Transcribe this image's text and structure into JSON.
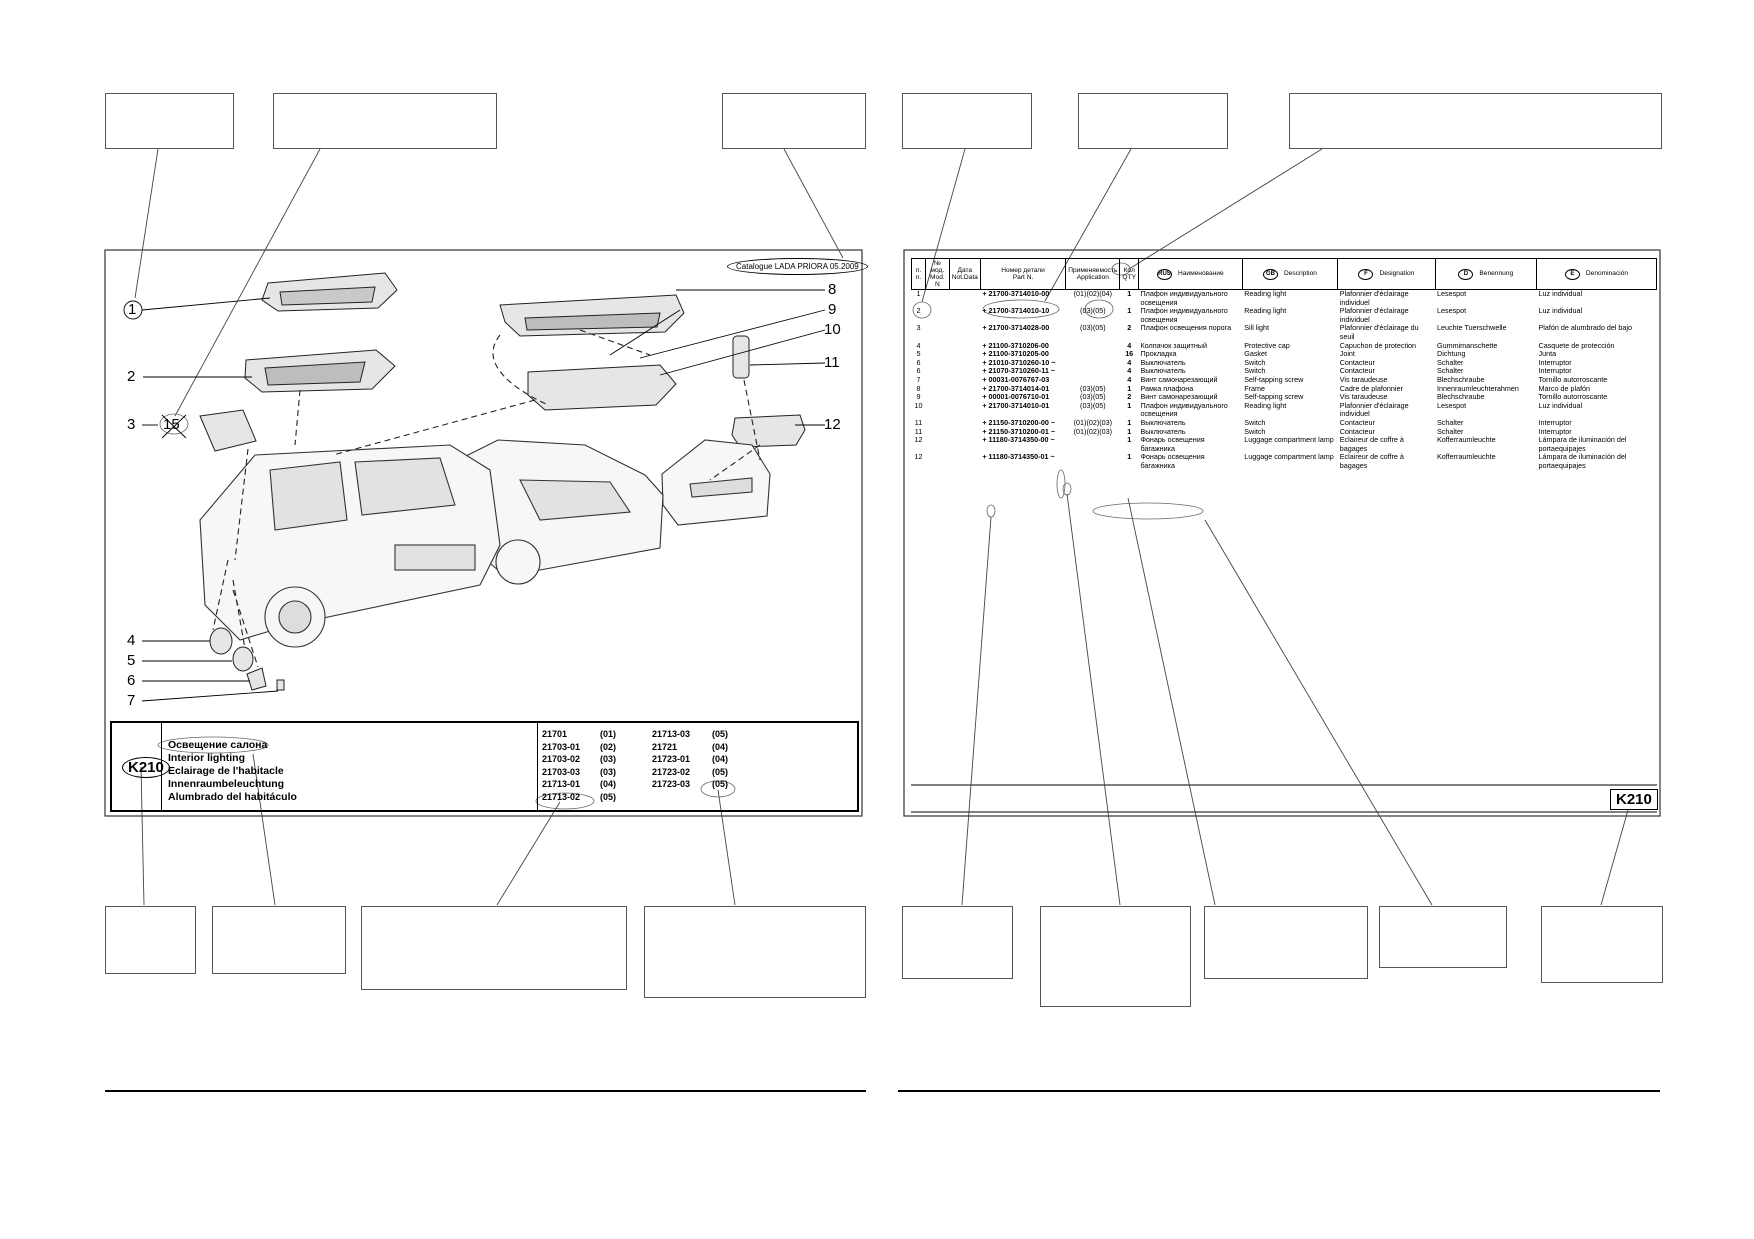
{
  "left_page": {
    "catalogue_badge": "Catalogue LADA PRIORA  05.2009",
    "callout_numbers": [
      "1",
      "2",
      "3",
      "15",
      "4",
      "5",
      "6",
      "7",
      "8",
      "9",
      "10",
      "11",
      "12"
    ],
    "section_code": "K210",
    "titles": [
      "Освещение салона",
      "Interior lighting",
      "Eclairage de l'habitacle",
      "Innenraumbeleuchtung",
      "Alumbrado del habitáculo"
    ],
    "applications": [
      {
        "model": "21701",
        "code": "(01)"
      },
      {
        "model": "21703-01",
        "code": "(02)"
      },
      {
        "model": "21703-02",
        "code": "(03)"
      },
      {
        "model": "21703-03",
        "code": "(03)"
      },
      {
        "model": "21713-01",
        "code": "(04)"
      },
      {
        "model": "21713-02",
        "code": "(05)"
      },
      {
        "model": "21713-03",
        "code": "(05)"
      },
      {
        "model": "21721",
        "code": "(04)"
      },
      {
        "model": "21723-01",
        "code": "(04)"
      },
      {
        "model": "21723-02",
        "code": "(05)"
      },
      {
        "model": "21723-03",
        "code": "(05)"
      }
    ]
  },
  "right_page": {
    "headers": {
      "pos_ru": "п.",
      "pos_en": "n.",
      "mod_ru": "№ мод.",
      "mod_en": "Mod. N",
      "date_ru": "Дата",
      "date_en": "Not.Data",
      "part_ru": "Номер детали",
      "part_en": "Part N.",
      "app_ru": "Применяемость",
      "app_en": "Application",
      "qty_ru": "Кол",
      "qty_en": "QTY",
      "name_ru": "Наименование",
      "desc": "Description",
      "designation": "Designation",
      "benennung": "Benennung",
      "denominacion": "Denominación",
      "lang_rus": "RUS",
      "lang_gb": "GB",
      "lang_f": "F",
      "lang_d": "D",
      "lang_e": "E"
    },
    "rows": [
      {
        "pos": "1",
        "part": "+ 21700-3714010-00",
        "app": "(01)(02)(04)",
        "qty": "1",
        "ru": "Плафон индивидуального освещения",
        "en": "Reading light",
        "fr": "Plafonnier d'éclairage individuel",
        "de": "Lesespot",
        "es": "Luz individual"
      },
      {
        "pos": "2",
        "part": "+ 21700-3714010-10",
        "app": "(03)(05)",
        "qty": "1",
        "ru": "Плафон индивидуального освещения",
        "en": "Reading light",
        "fr": "Plafonnier d'éclairage individuel",
        "de": "Lesespot",
        "es": "Luz individual"
      },
      {
        "pos": "3",
        "part": "+ 21700-3714028-00",
        "app": "(03)(05)",
        "qty": "2",
        "ru": "Плафон освещения порога",
        "en": "Sill light",
        "fr": "Plafonnier d'éclairage du seuil",
        "de": "Leuchte Tuerschwelle",
        "es": "Plafón de alumbrado del bajo"
      },
      {
        "pos": "4",
        "part": "+ 21100-3710206-00",
        "app": "",
        "qty": "4",
        "ru": "Колпачок защитный",
        "en": "Protective cap",
        "fr": "Capuchon de protection",
        "de": "Gummimanschette",
        "es": "Casquete de protección"
      },
      {
        "pos": "5",
        "part": "+ 21100-3710205-00",
        "app": "",
        "qty": "16",
        "ru": "Прокладка",
        "en": "Gasket",
        "fr": "Joint",
        "de": "Dichtung",
        "es": "Junta"
      },
      {
        "pos": "6",
        "part": "+ 21010-3710260-10 ~",
        "app": "",
        "qty": "4",
        "ru": "Выключатель",
        "en": "Switch",
        "fr": "Contacteur",
        "de": "Schalter",
        "es": "Interruptor"
      },
      {
        "pos": "6",
        "part": "+ 21070-3710260-11 ~",
        "app": "",
        "qty": "4",
        "ru": "Выключатель",
        "en": "Switch",
        "fr": "Contacteur",
        "de": "Schalter",
        "es": "Interruptor"
      },
      {
        "pos": "7",
        "part": "+ 00031-0076767-03",
        "app": "",
        "qty": "4",
        "ru": "Винт самонарезающий",
        "en": "Self-tapping screw",
        "fr": "Vis taraudeuse",
        "de": "Blechschraube",
        "es": "Tornillo autorroscante"
      },
      {
        "pos": "8",
        "part": "+ 21700-3714014-01",
        "app": "(03)(05)",
        "qty": "1",
        "ru": "Рамка плафона",
        "en": "Frame",
        "fr": "Cadre de plafonnier",
        "de": "Innenraumleuchterahmen",
        "es": "Marco de plafón"
      },
      {
        "pos": "9",
        "part": "+ 00001-0076710-01",
        "app": "(03)(05)",
        "qty": "2",
        "ru": "Винт самонарезающий",
        "en": "Self-tapping screw",
        "fr": "Vis taraudeuse",
        "de": "Blechschraube",
        "es": "Tornillo autorroscante"
      },
      {
        "pos": "10",
        "part": "+ 21700-3714010-01",
        "app": "(03)(05)",
        "qty": "1",
        "ru": "Плафон индивидуального освещения",
        "en": "Reading light",
        "fr": "Plafonnier d'éclairage individuel",
        "de": "Lesespot",
        "es": "Luz individual"
      },
      {
        "pos": "11",
        "part": "+ 21150-3710200-00 ~",
        "app": "(01)(02)(03)",
        "qty": "1",
        "ru": "Выключатель",
        "en": "Switch",
        "fr": "Contacteur",
        "de": "Schalter",
        "es": "Interruptor"
      },
      {
        "pos": "11",
        "part": "+ 21150-3710200-01 ~",
        "app": "(01)(02)(03)",
        "qty": "1",
        "ru": "Выключатель",
        "en": "Switch",
        "fr": "Contacteur",
        "de": "Schalter",
        "es": "Interruptor"
      },
      {
        "pos": "12",
        "part": "+ 11180-3714350-00 ~",
        "app": "",
        "qty": "1",
        "ru": "Фонарь освещения багажника",
        "en": "Luggage compartment lamp",
        "fr": "Eclaireur de coffre à bagages",
        "de": "Kofferraumleuchte",
        "es": "Lámpara de iluminación del portaequipajes"
      },
      {
        "pos": "12",
        "part": "+ 11180-3714350-01 ~",
        "app": "",
        "qty": "1",
        "ru": "Фонарь освещения багажника",
        "en": "Luggage compartment lamp",
        "fr": "Eclaireur de coffre à bagages",
        "de": "Kofferraumleuchte",
        "es": "Lámpara de iluminación del portaequipajes"
      }
    ],
    "section_code": "K210"
  }
}
